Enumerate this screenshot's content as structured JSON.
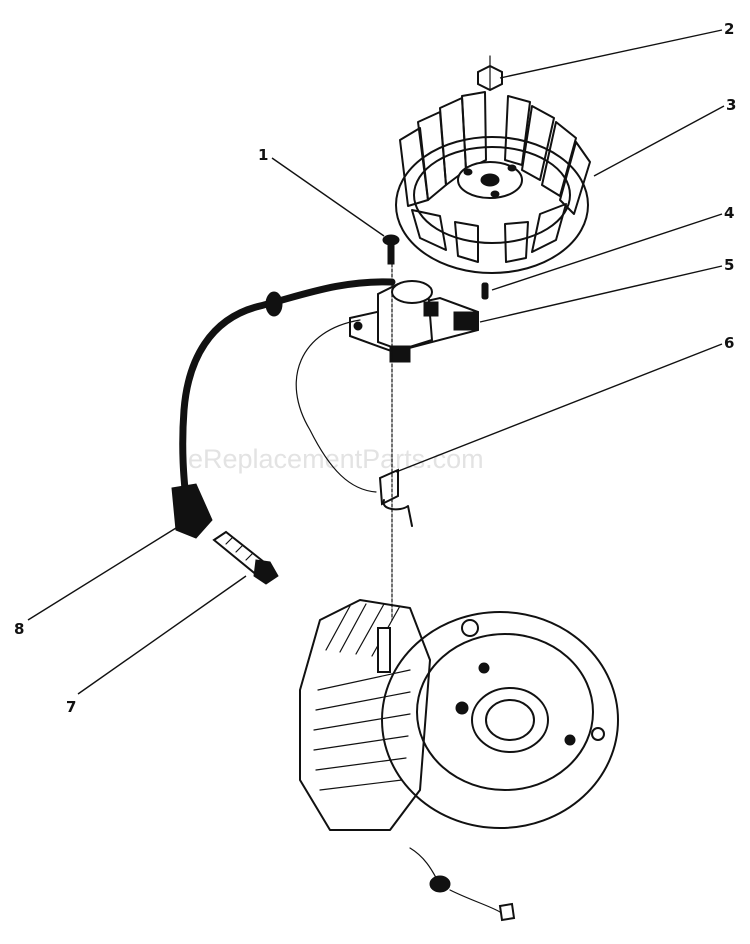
{
  "watermark": "eReplacementParts.com",
  "callouts": [
    "1",
    "2",
    "3",
    "4",
    "5",
    "6",
    "7",
    "8"
  ]
}
